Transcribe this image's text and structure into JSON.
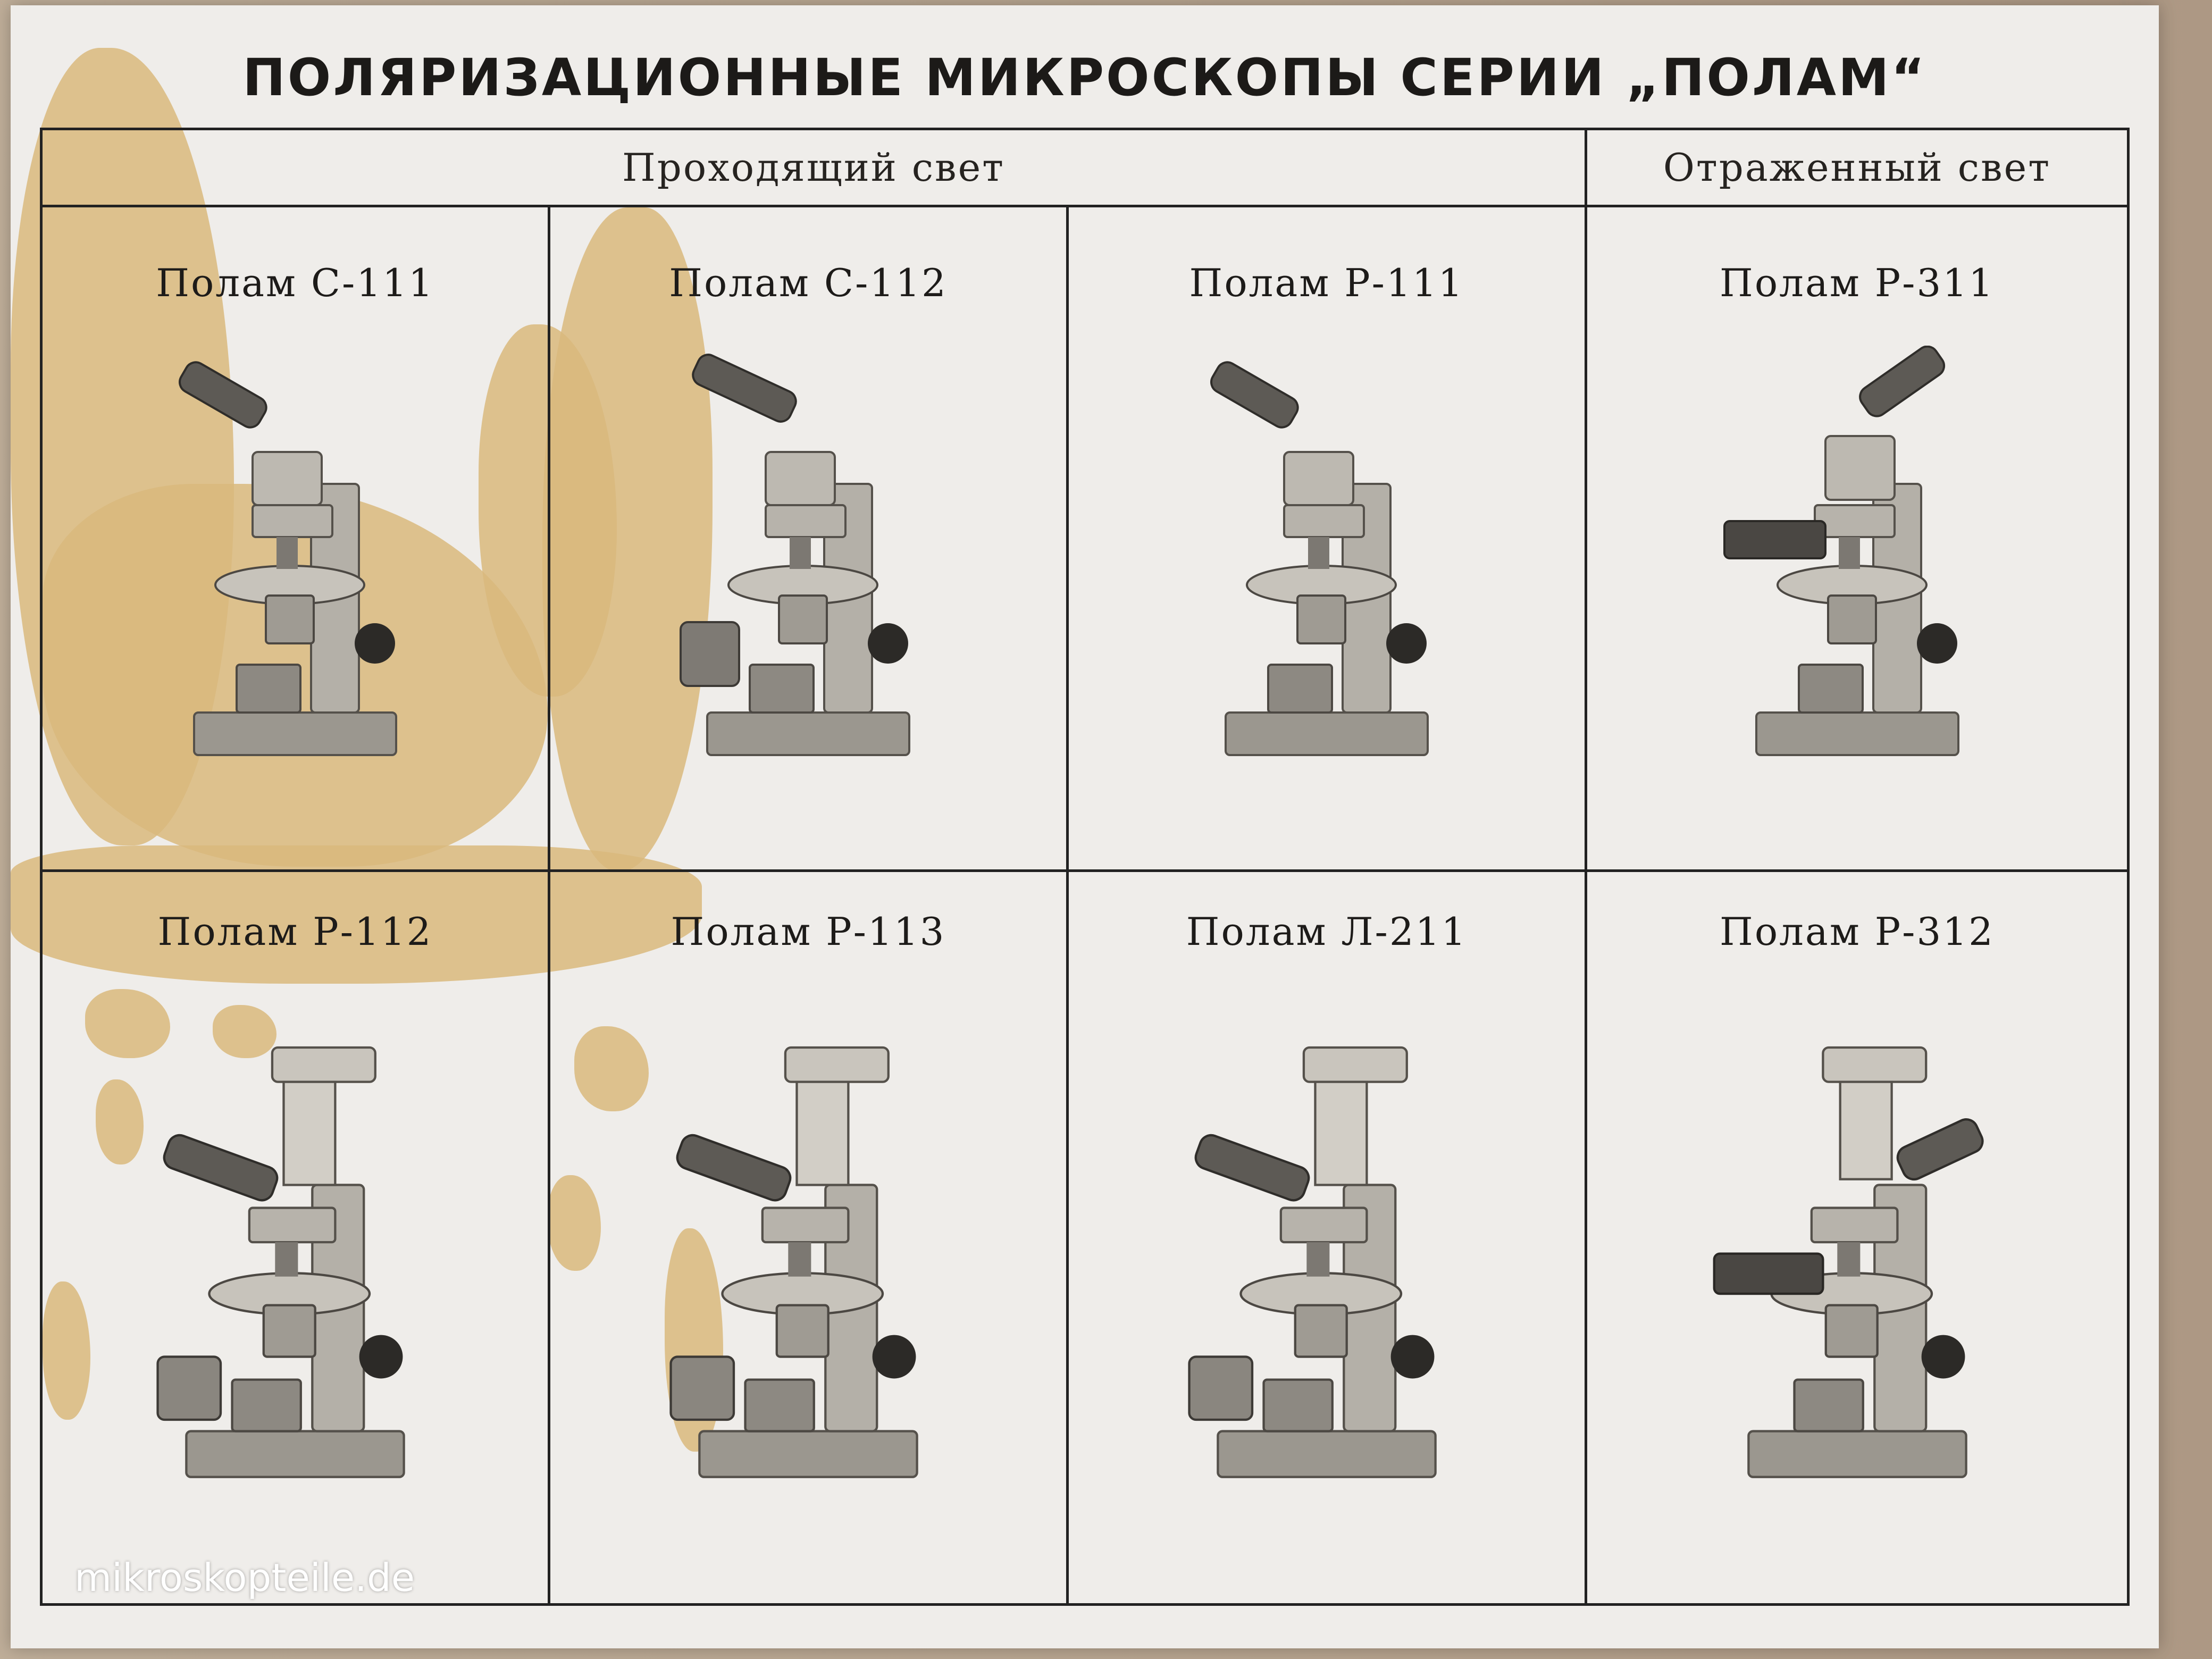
{
  "poster": {
    "title": "ПОЛЯРИЗАЦИОННЫЕ МИКРОСКОПЫ СЕРИИ „ПОЛАМ“",
    "section_transmitted": "Проходящий свет",
    "section_reflected": "Отраженный свет"
  },
  "models": [
    {
      "label": "Полам С-111"
    },
    {
      "label": "Полам С-112"
    },
    {
      "label": "Полам Р-111"
    },
    {
      "label": "Полам Р-311"
    },
    {
      "label": "Полам Р-112"
    },
    {
      "label": "Полам Р-113"
    },
    {
      "label": "Полам Л-211"
    },
    {
      "label": "Полам Р-312"
    }
  ],
  "watermark": "mikroskopteile.de",
  "colors": {
    "paper": "#efedea",
    "stain": "#d9b87c",
    "ink": "#1c1a18",
    "instrument": "#a9a59f"
  }
}
